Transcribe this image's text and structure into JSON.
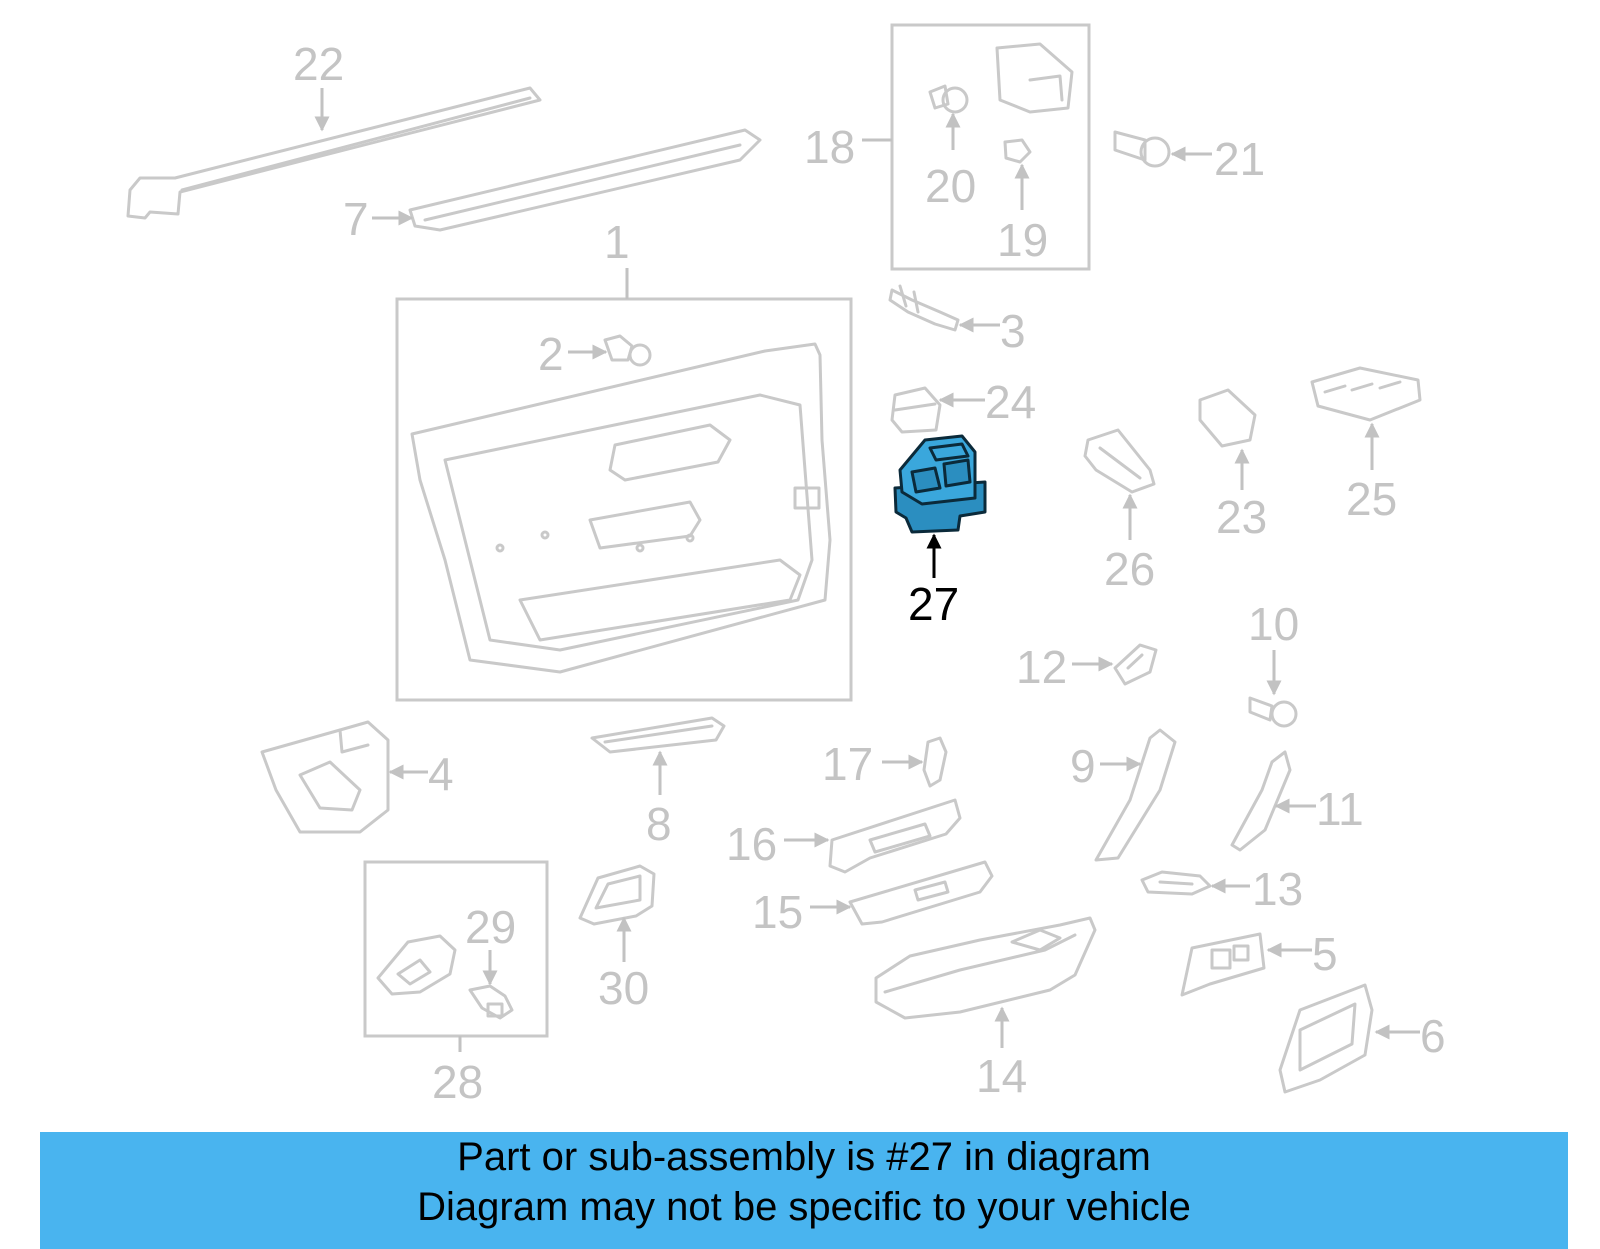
{
  "colors": {
    "part_outline": "#c9c9c9",
    "label_gray": "#c4c4c4",
    "highlight_fill": "#3aa7dc",
    "highlight_label": "#000000",
    "banner_bg": "#49b4ef"
  },
  "highlighted_part": "27",
  "labels": {
    "p1": "1",
    "p2": "2",
    "p3": "3",
    "p4": "4",
    "p5": "5",
    "p6": "6",
    "p7": "7",
    "p8": "8",
    "p9": "9",
    "p10": "10",
    "p11": "11",
    "p12": "12",
    "p13": "13",
    "p14": "14",
    "p15": "15",
    "p16": "16",
    "p17": "17",
    "p18": "18",
    "p19": "19",
    "p20": "20",
    "p21": "21",
    "p22": "22",
    "p23": "23",
    "p24": "24",
    "p25": "25",
    "p26": "26",
    "p27": "27",
    "p28": "28",
    "p29": "29",
    "p30": "30"
  },
  "banner": {
    "line1": "Part or sub-assembly is #27 in diagram",
    "line2": "Diagram may not be specific to your vehicle"
  }
}
